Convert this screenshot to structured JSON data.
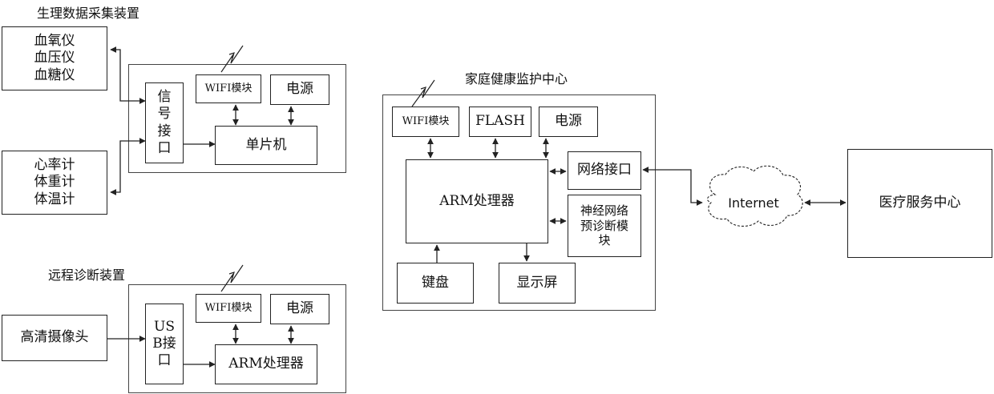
{
  "section1": {
    "title": "生理数据采集装置",
    "sensors_a": [
      "血氧仪",
      "血压仪",
      "血糖仪"
    ],
    "sensors_b": [
      "心率计",
      "体重计",
      "体温计"
    ],
    "signal_interface": [
      "信",
      "号",
      "接",
      "口"
    ],
    "wifi": "WIFI模块",
    "power": "电源",
    "mcu": "单片机"
  },
  "section2": {
    "title": "远程诊断装置",
    "camera": "高清摄像头",
    "usb_interface": [
      "US",
      "B接",
      "口"
    ],
    "wifi": "WIFI模块",
    "power": "电源",
    "processor": "ARM处理器"
  },
  "section3": {
    "title": "家庭健康监护中心",
    "wifi": "WIFI模块",
    "flash": "FLASH",
    "power": "电源",
    "processor": "ARM处理器",
    "network": "网络接口",
    "neural": [
      "神经网络",
      "预诊断模",
      "块"
    ],
    "keyboard": "键盘",
    "display": "显示屏"
  },
  "internet": "Internet",
  "medical_center": "医疗服务中心",
  "colors": {
    "line": "#222222",
    "background": "#ffffff"
  },
  "icons": [
    "wireless-signal-icon",
    "cloud-icon"
  ]
}
